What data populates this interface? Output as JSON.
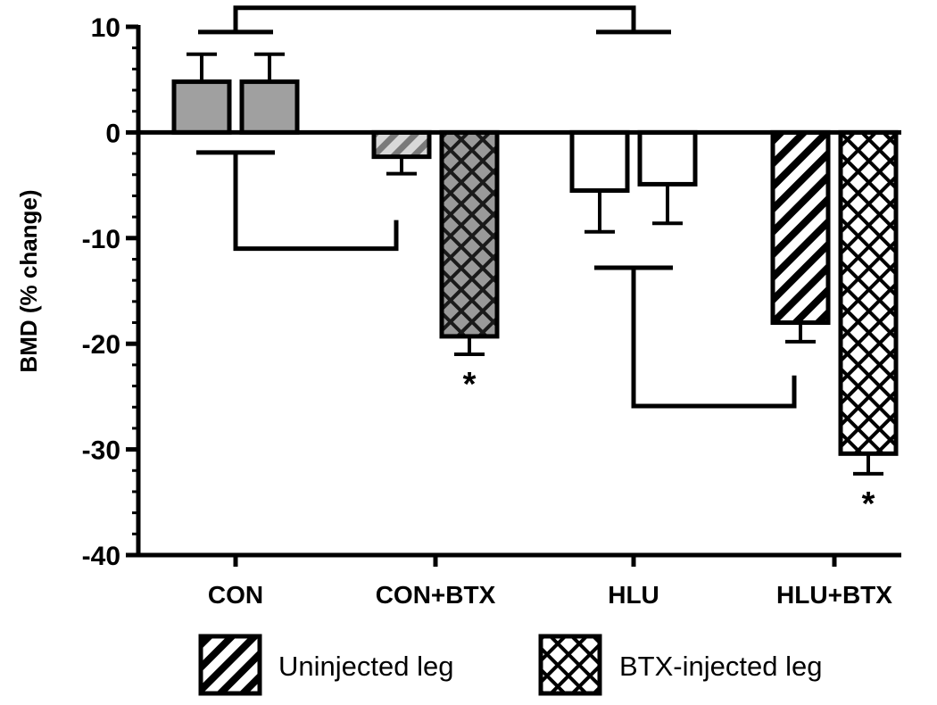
{
  "chart_data": {
    "type": "bar",
    "ylabel": "BMD  (% change)",
    "ylim": [
      -40,
      10
    ],
    "yticks": [
      10,
      0,
      -10,
      -20,
      -30,
      -40
    ],
    "ytick_labels": [
      "10",
      "0",
      "-10",
      "-20",
      "-30",
      "-40"
    ],
    "categories": [
      "CON",
      "CON+BTX",
      "HLU",
      "HLU+BTX"
    ],
    "series": [
      {
        "name": "Uninjected leg",
        "values": [
          4.8,
          -2.3,
          -5.5,
          -18.0
        ],
        "errors": [
          2.6,
          1.6,
          3.9,
          1.8
        ]
      },
      {
        "name": "BTX-injected leg",
        "values": [
          4.8,
          -19.3,
          -4.9,
          -30.4
        ],
        "errors": [
          2.6,
          1.7,
          3.7,
          1.9
        ]
      }
    ],
    "bar_fills": [
      [
        "gray",
        "gray"
      ],
      [
        "gray-hatch",
        "gray-crosshatch"
      ],
      [
        "white",
        "white"
      ],
      [
        "hatch",
        "crosshatch"
      ]
    ],
    "significance_marks": [
      {
        "category": "CON+BTX",
        "series": "BTX-injected leg",
        "label": "*"
      },
      {
        "category": "HLU+BTX",
        "series": "BTX-injected leg",
        "label": "*"
      }
    ],
    "comparison_brackets": [
      {
        "from": "CON",
        "to": "HLU",
        "side": "top"
      },
      {
        "from": "CON",
        "to": "CON+BTX",
        "side": "below"
      },
      {
        "from": "HLU",
        "to": "HLU+BTX",
        "side": "below"
      }
    ],
    "legend": {
      "position": "bottom",
      "entries": [
        {
          "label": "Uninjected leg",
          "pattern": "hatch"
        },
        {
          "label": "BTX-injected leg",
          "pattern": "crosshatch"
        }
      ]
    },
    "colors": {
      "gray_fill": "#a0a0a0",
      "black": "#000000",
      "white": "#ffffff"
    }
  }
}
